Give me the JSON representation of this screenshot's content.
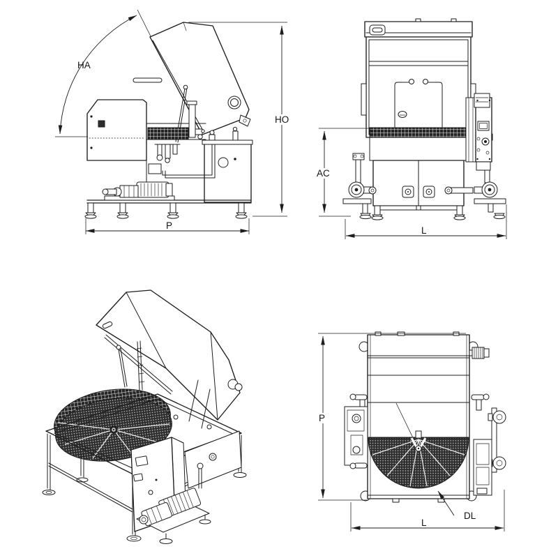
{
  "colors": {
    "ink": "#1d1d1d",
    "paper": "#ffffff",
    "perforation_fill": "#2e2e2e"
  },
  "views": {
    "side_lid_open": {
      "dim_labels": {
        "hinge_angle": "HA",
        "open_height": "HO",
        "depth": "P"
      }
    },
    "front": {
      "dim_labels": {
        "load_height": "AC",
        "width": "L"
      }
    },
    "top": {
      "dim_labels": {
        "depth": "P",
        "width": "L",
        "disc_diameter": "DL"
      }
    }
  }
}
